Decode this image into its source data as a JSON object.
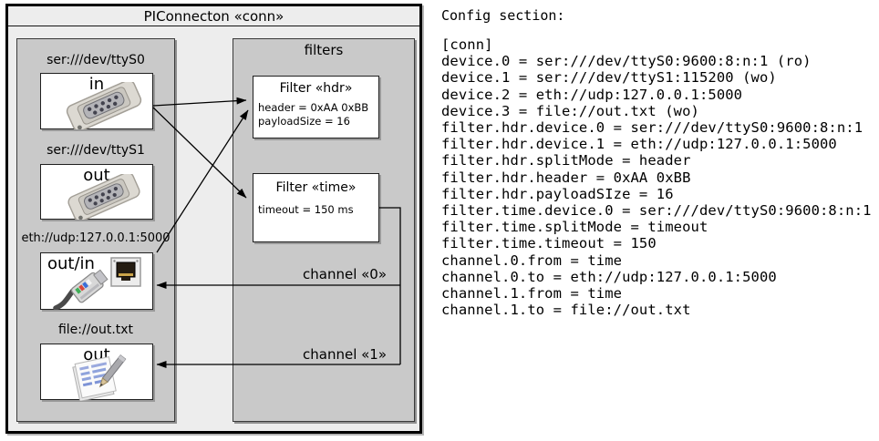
{
  "diagram": {
    "title": "PIConnecton «conn»",
    "filters_title": "filters",
    "devices": [
      {
        "url": "ser:///dev/ttyS0",
        "role": "in",
        "icon": "serial-connector-icon"
      },
      {
        "url": "ser:///dev/ttyS1",
        "role": "out",
        "icon": "serial-connector-icon"
      },
      {
        "url": "eth://udp:127.0.0.1:5000",
        "role": "out/in",
        "icon": "ethernet-plug-icon"
      },
      {
        "url": "file://out.txt",
        "role": "out",
        "icon": "notepad-icon"
      }
    ],
    "filters": [
      {
        "title": "Filter «hdr»",
        "lines": [
          "header = 0xAA 0xBB",
          "payloadSize = 16"
        ]
      },
      {
        "title": "Filter «time»",
        "lines": [
          "timeout = 150 ms"
        ]
      }
    ],
    "channels": [
      {
        "label": "channel «0»"
      },
      {
        "label": "channel «1»"
      }
    ]
  },
  "config": {
    "heading": "Config section:",
    "lines": [
      "[conn]",
      "device.0 = ser:///dev/ttyS0:9600:8:n:1 (ro)",
      "device.1 = ser:///dev/ttyS1:115200 (wo)",
      "device.2 = eth://udp:127.0.0.1:5000",
      "device.3 = file://out.txt (wo)",
      "filter.hdr.device.0 = ser:///dev/ttyS0:9600:8:n:1",
      "filter.hdr.device.1 = eth://udp:127.0.0.1:5000",
      "filter.hdr.splitMode = header",
      "filter.hdr.header = 0xAA 0xBB",
      "filter.hdr.payloadSIze = 16",
      "filter.time.device.0 = ser:///dev/ttyS0:9600:8:n:1",
      "filter.time.splitMode = timeout",
      "filter.time.timeout = 150",
      "channel.0.from = time",
      "channel.0.to = eth://udp:127.0.0.1:5000",
      "channel.1.from = time",
      "channel.1.to = file://out.txt"
    ]
  },
  "colors": {
    "diagram_bg": "#ededed",
    "panel_bg": "#c9c9c9",
    "box_bg": "#ffffff",
    "line": "#000000",
    "text": "#000000"
  }
}
